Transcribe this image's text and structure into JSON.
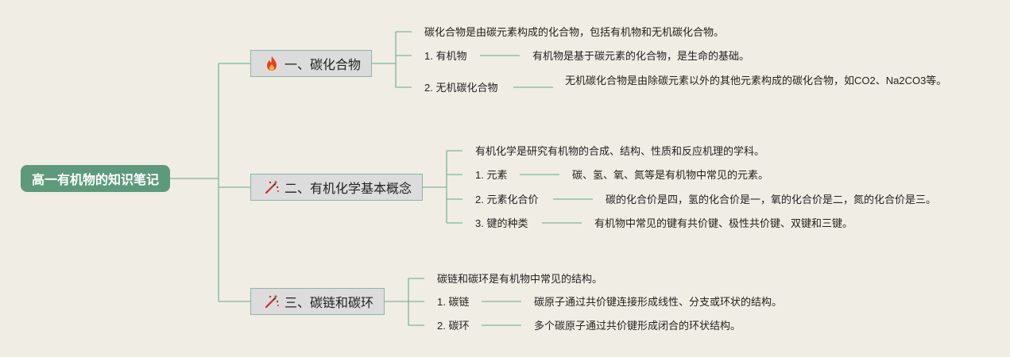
{
  "root": {
    "label": "高一有机物的知识笔记"
  },
  "branches": [
    {
      "label": "一、碳化合物",
      "icon": "fire-icon",
      "summary": "碳化合物是由碳元素构成的化合物，包括有机物和无机碳化合物。",
      "items": [
        {
          "term": "1. 有机物",
          "desc": "有机物是基于碳元素的化合物，是生命的基础。"
        },
        {
          "term": "2. 无机碳化合物",
          "desc": "无机碳化合物是由除碳元素以外的其他元素构成的碳化合物，如CO2、Na2CO3等。"
        }
      ]
    },
    {
      "label": "二、有机化学基本概念",
      "icon": "magic-wand-icon",
      "summary": "有机化学是研究有机物的合成、结构、性质和反应机理的学科。",
      "items": [
        {
          "term": "1. 元素",
          "desc": "碳、氢、氧、氮等是有机物中常见的元素。"
        },
        {
          "term": "2. 元素化合价",
          "desc": "碳的化合价是四，氢的化合价是一，氧的化合价是二，氮的化合价是三。"
        },
        {
          "term": "3. 键的种类",
          "desc": "有机物中常见的键有共价键、极性共价键、双键和三键。"
        }
      ]
    },
    {
      "label": "三、碳链和碳环",
      "icon": "magic-wand-icon",
      "summary": "碳链和碳环是有机物中常见的结构。",
      "items": [
        {
          "term": "1. 碳链",
          "desc": "碳原子通过共价键连接形成线性、分支或环状的结构。"
        },
        {
          "term": "2. 碳环",
          "desc": "多个碳原子通过共价键形成闭合的环状结构。"
        }
      ]
    }
  ]
}
